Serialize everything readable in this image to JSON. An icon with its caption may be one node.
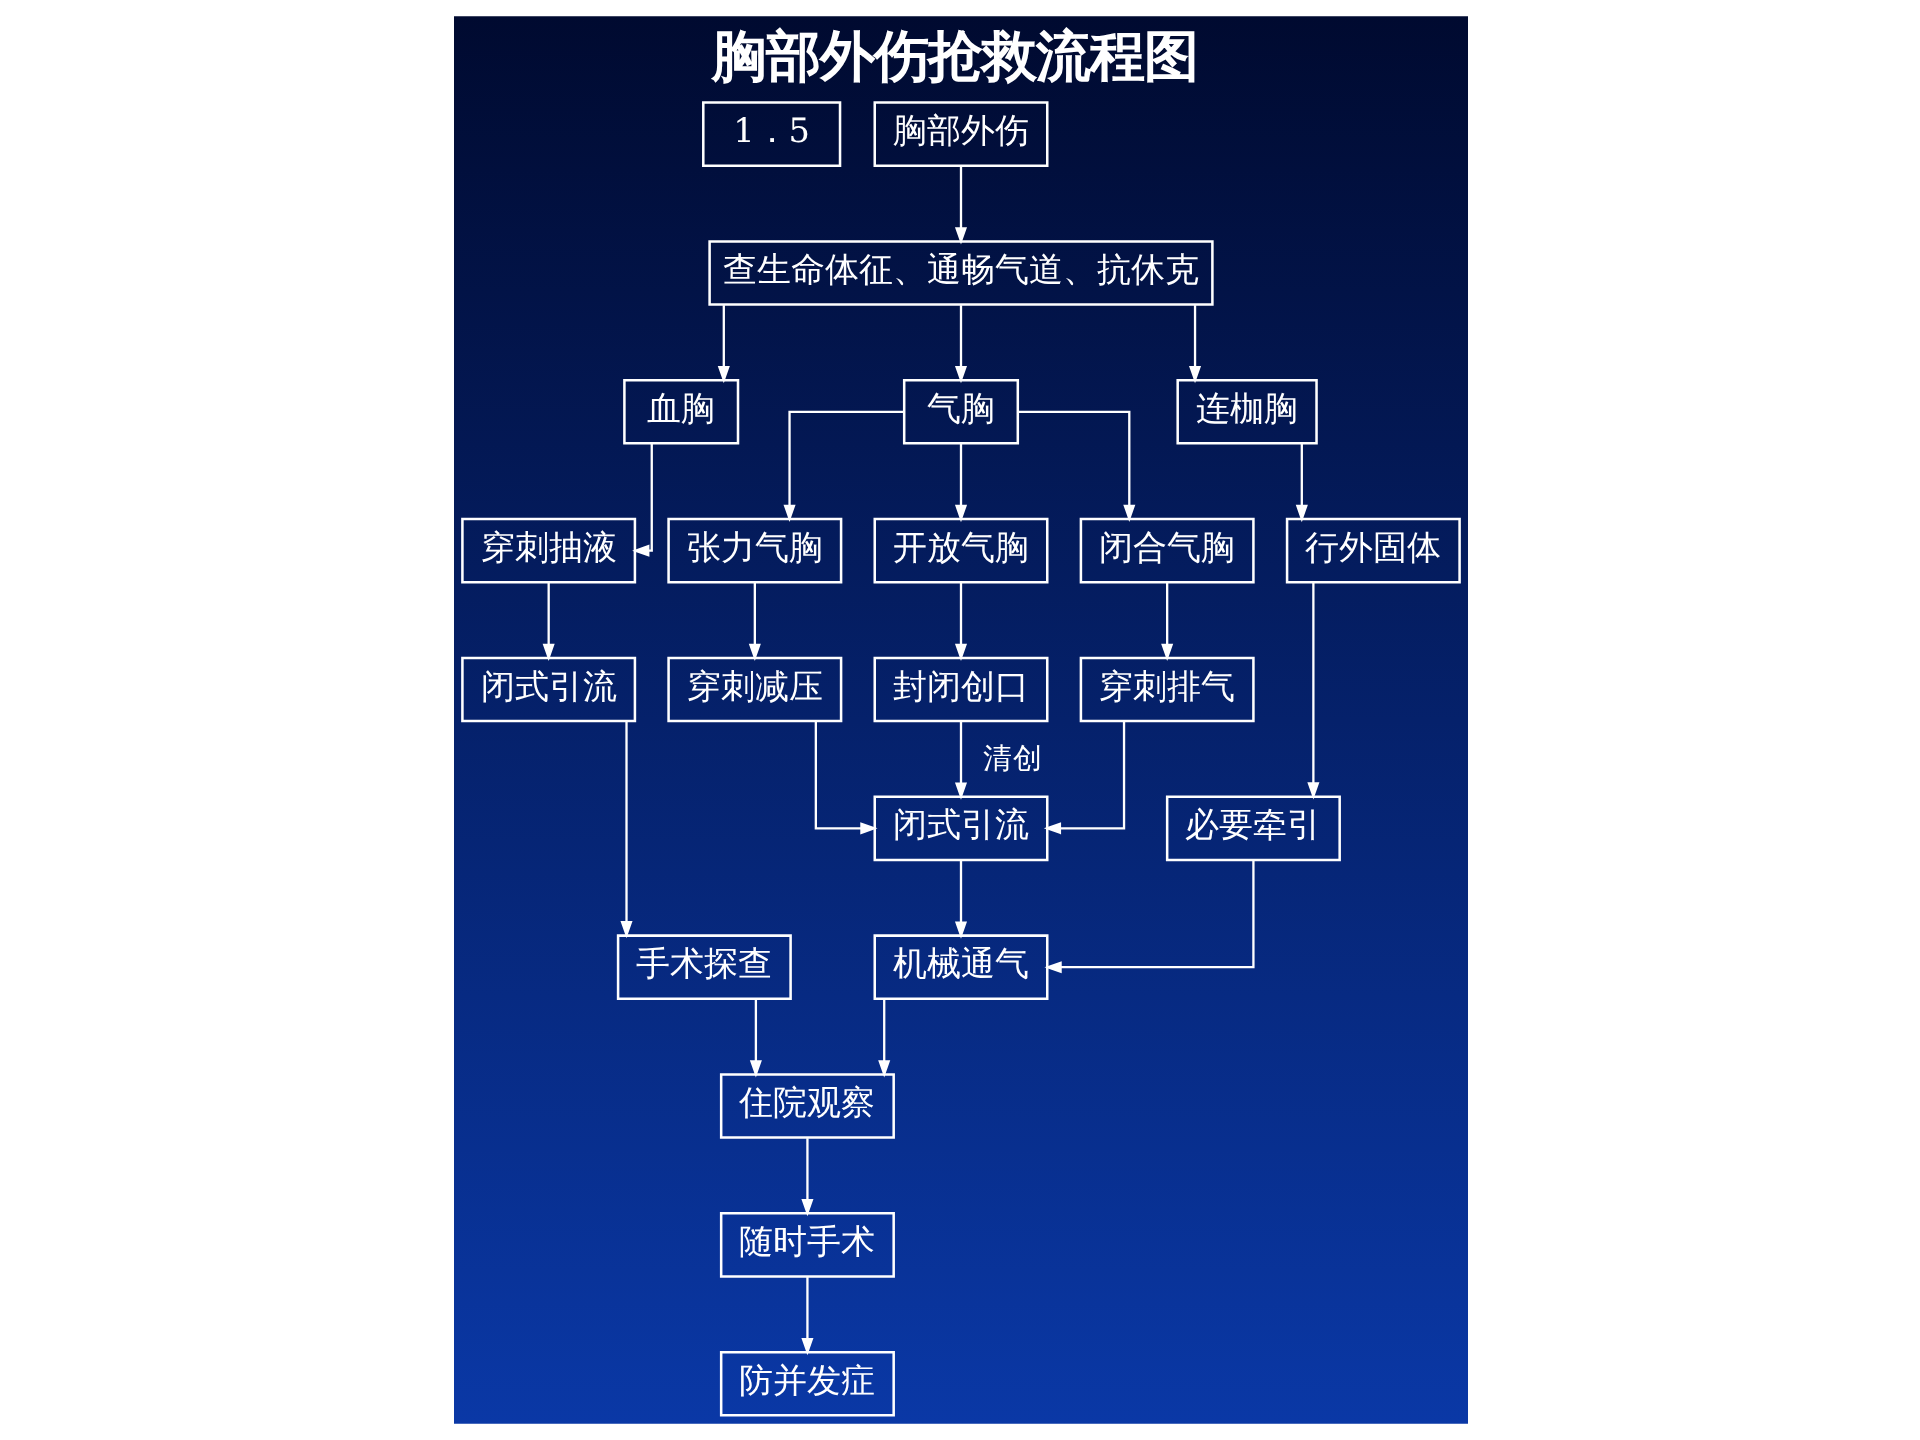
{
  "diagram": {
    "title": "胸部外伤抢救流程图",
    "nodes": [
      {
        "text": [
          "1．5"
        ]
      },
      {
        "text": [
          "胸部外伤"
        ]
      },
      {
        "text": [
          "查生命体征、通畅气道、抗休克"
        ]
      },
      {
        "text": [
          "血胸"
        ]
      },
      {
        "text": [
          "气胸"
        ]
      },
      {
        "text": [
          "连枷胸"
        ]
      },
      {
        "text": [
          "穿刺抽液"
        ]
      },
      {
        "text": [
          "张力气胸"
        ]
      },
      {
        "text": [
          "开放气胸"
        ]
      },
      {
        "text": [
          "闭合气胸"
        ]
      },
      {
        "text": [
          "行外固体"
        ]
      },
      {
        "text": [
          "闭式引流"
        ]
      },
      {
        "text": [
          "穿刺减压"
        ]
      },
      {
        "text": [
          "封闭创口"
        ]
      },
      {
        "text": [
          "穿刺排气"
        ]
      },
      {
        "text": [
          "必要牵引"
        ]
      },
      {
        "text": [
          "手术探查"
        ]
      },
      {
        "text": [
          "闭式引流"
        ]
      },
      {
        "text": [
          "机械通气"
        ]
      },
      {
        "text": [
          "住院观察"
        ]
      },
      {
        "text": [
          "随时手术"
        ]
      },
      {
        "text": [
          "防并发症"
        ]
      }
    ],
    "edges": [
      {
        "from": 1,
        "to": 2,
        "arrow": "to"
      },
      {
        "from": 2,
        "to": 3,
        "arrow": "to"
      },
      {
        "from": 2,
        "to": 4,
        "arrow": "to"
      },
      {
        "from": 2,
        "to": 5,
        "arrow": "to"
      },
      {
        "from": 3,
        "to": 6,
        "arrow": "to"
      },
      {
        "from": 4,
        "to": 7,
        "arrow": "to"
      },
      {
        "from": 4,
        "to": 8,
        "arrow": "to"
      },
      {
        "from": 4,
        "to": 9,
        "arrow": "to"
      },
      {
        "from": 5,
        "to": 10,
        "arrow": "to"
      },
      {
        "from": 6,
        "to": 11,
        "arrow": "to"
      },
      {
        "from": 7,
        "to": 12,
        "arrow": "to"
      },
      {
        "from": 8,
        "to": 13,
        "arrow": "to"
      },
      {
        "from": 9,
        "to": 14,
        "arrow": "to"
      },
      {
        "from": 10,
        "to": 15,
        "arrow": "to"
      },
      {
        "from": 11,
        "to": 16,
        "arrow": "to"
      },
      {
        "from": 12,
        "to": 17,
        "arrow": "to"
      },
      {
        "from": 13,
        "to": 17,
        "label": "清创",
        "arrow": "to"
      },
      {
        "from": 14,
        "to": 17,
        "arrow": "to"
      },
      {
        "from": 17,
        "to": 18,
        "arrow": "to"
      },
      {
        "from": 15,
        "to": 18,
        "arrow": "to"
      },
      {
        "from": 18,
        "to": 19,
        "arrow": "to"
      },
      {
        "from": 16,
        "to": 19,
        "arrow": "to"
      },
      {
        "from": 19,
        "to": 20,
        "arrow": "to"
      },
      {
        "from": 20,
        "to": 21,
        "arrow": "to"
      }
    ]
  }
}
